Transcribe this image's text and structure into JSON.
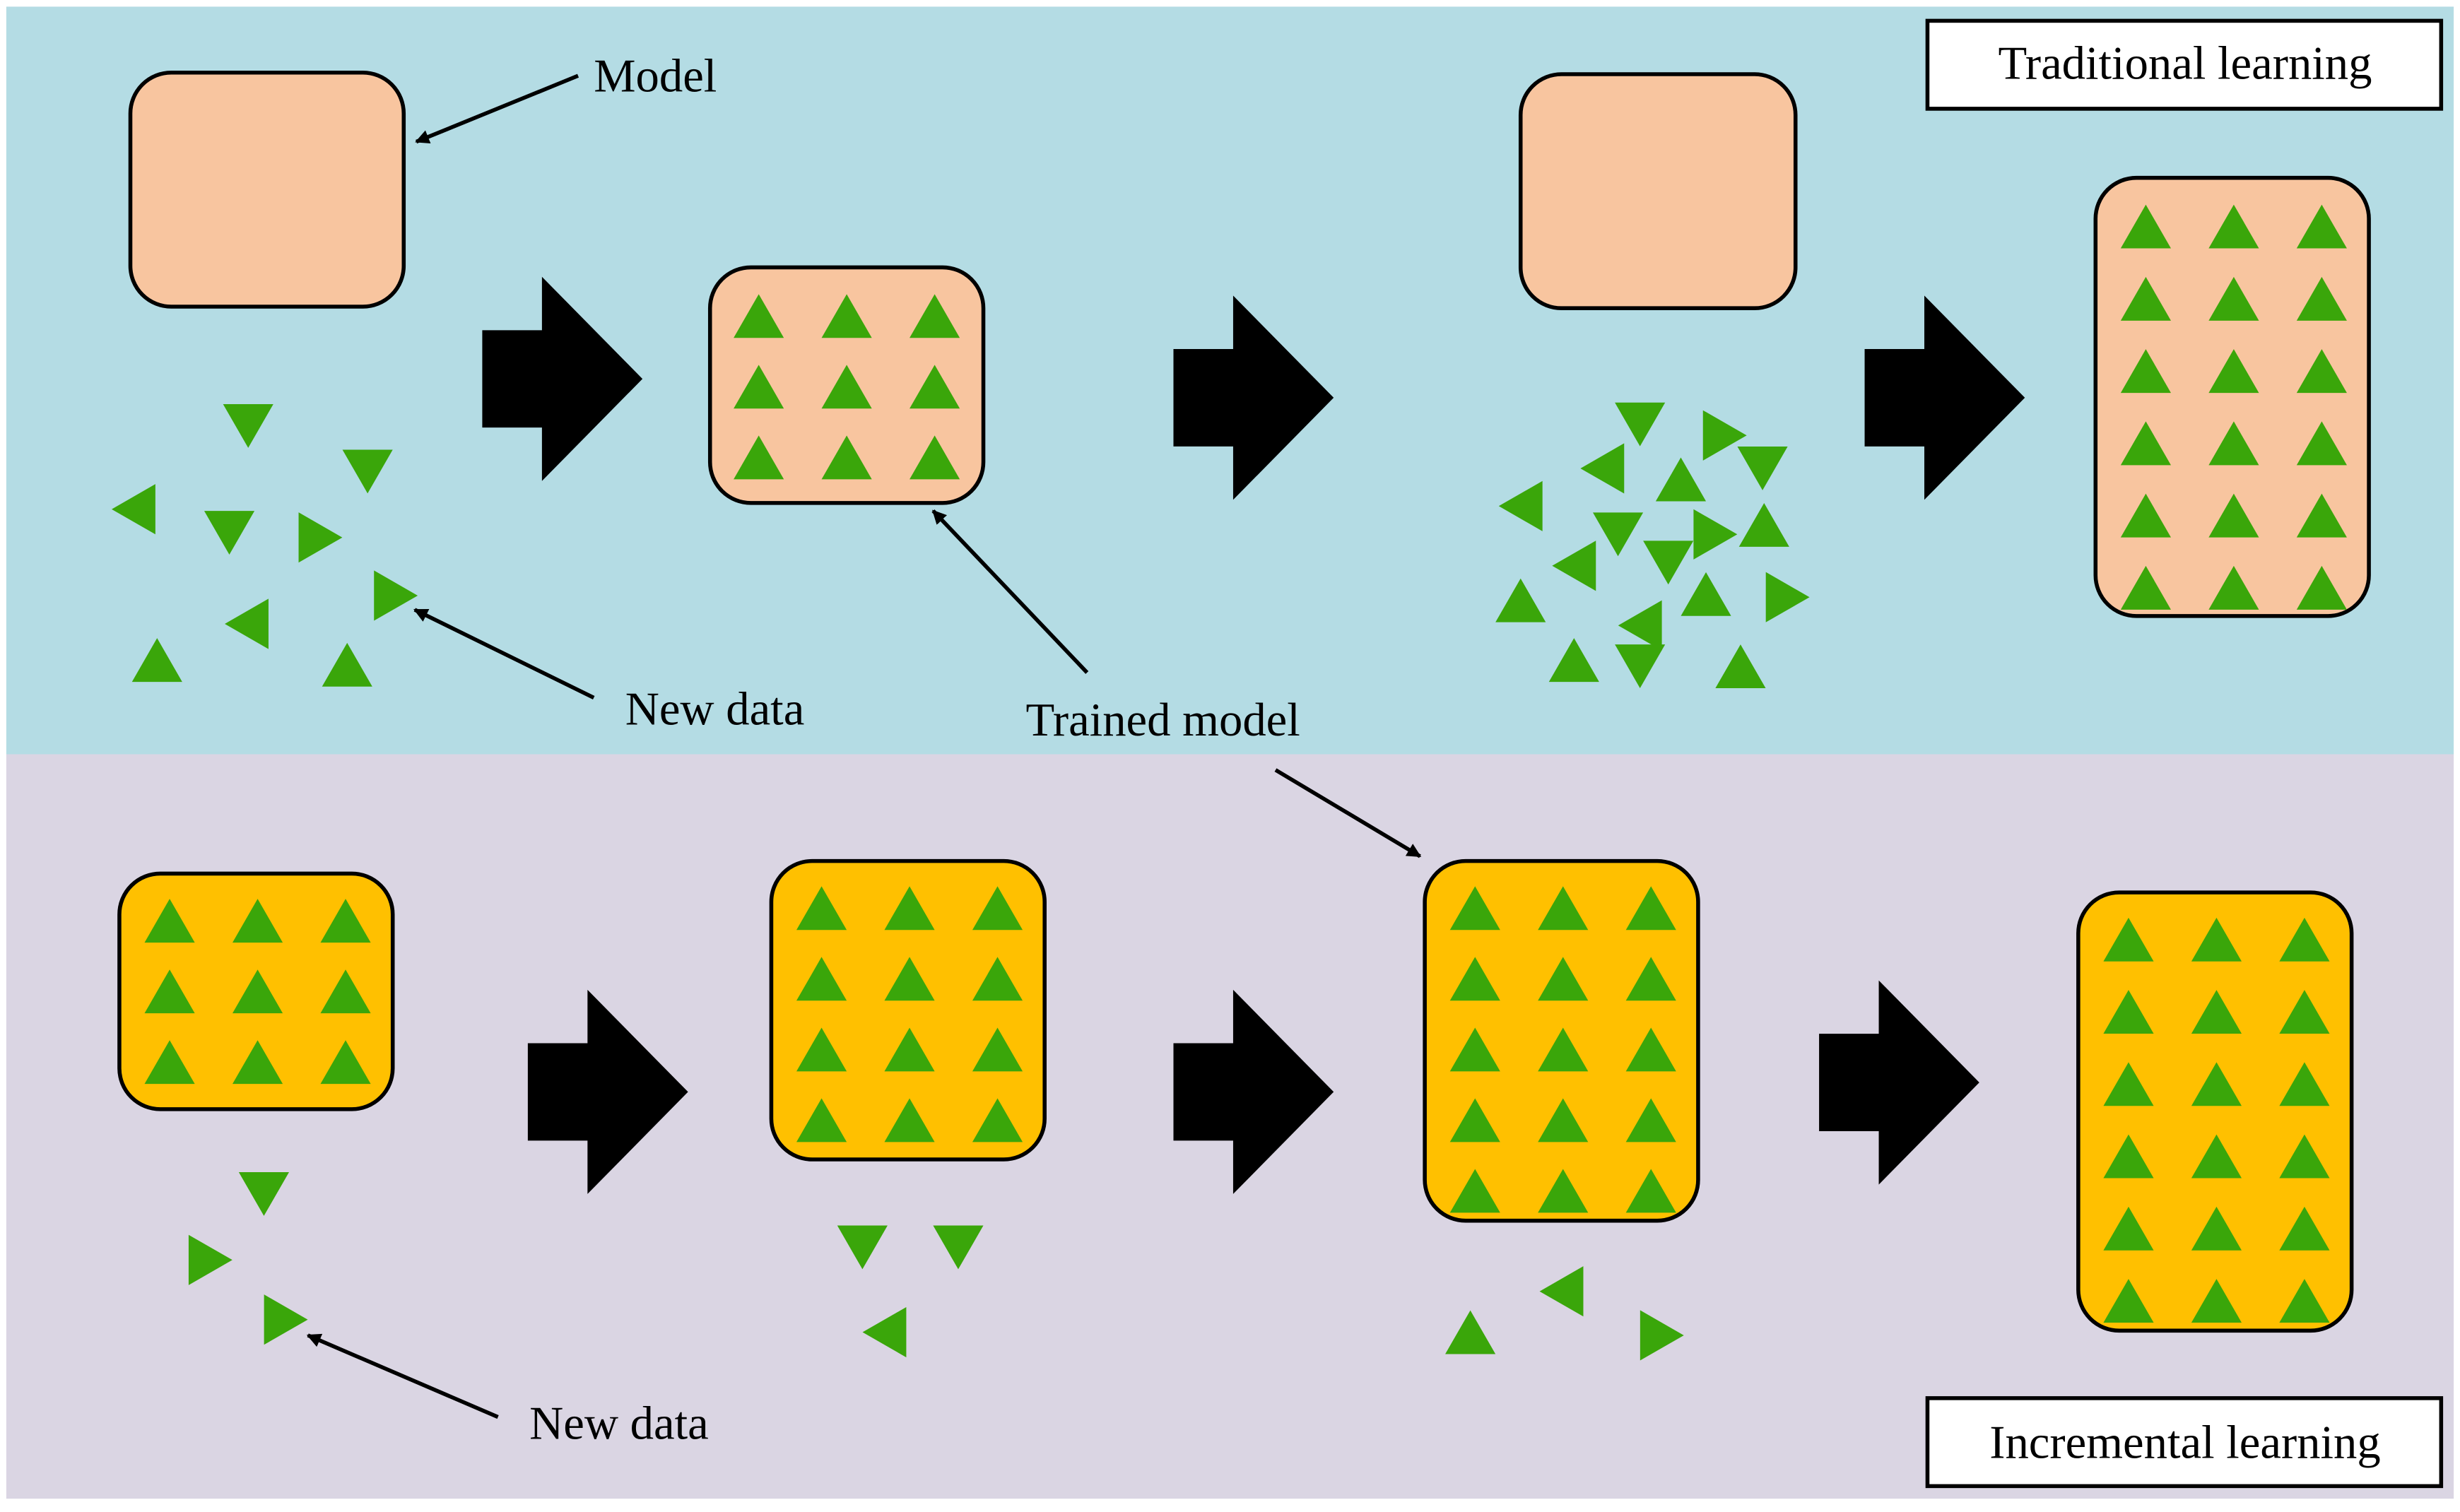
{
  "colors": {
    "top_band": "#b4dce4",
    "bottom_band": "#dad5e3",
    "model_fill_top": "#f8c59f",
    "model_fill_bottom": "#ffc000",
    "data_triangle": "#3aa60a",
    "arrow": "#000000",
    "outline": "#000000"
  },
  "labels": {
    "model": "Model",
    "new_data_top": "New data",
    "trained_model": "Trained model",
    "new_data_bottom": "New data",
    "traditional_learning": "Traditional learning",
    "incremental_learning": "Incremental learning"
  }
}
